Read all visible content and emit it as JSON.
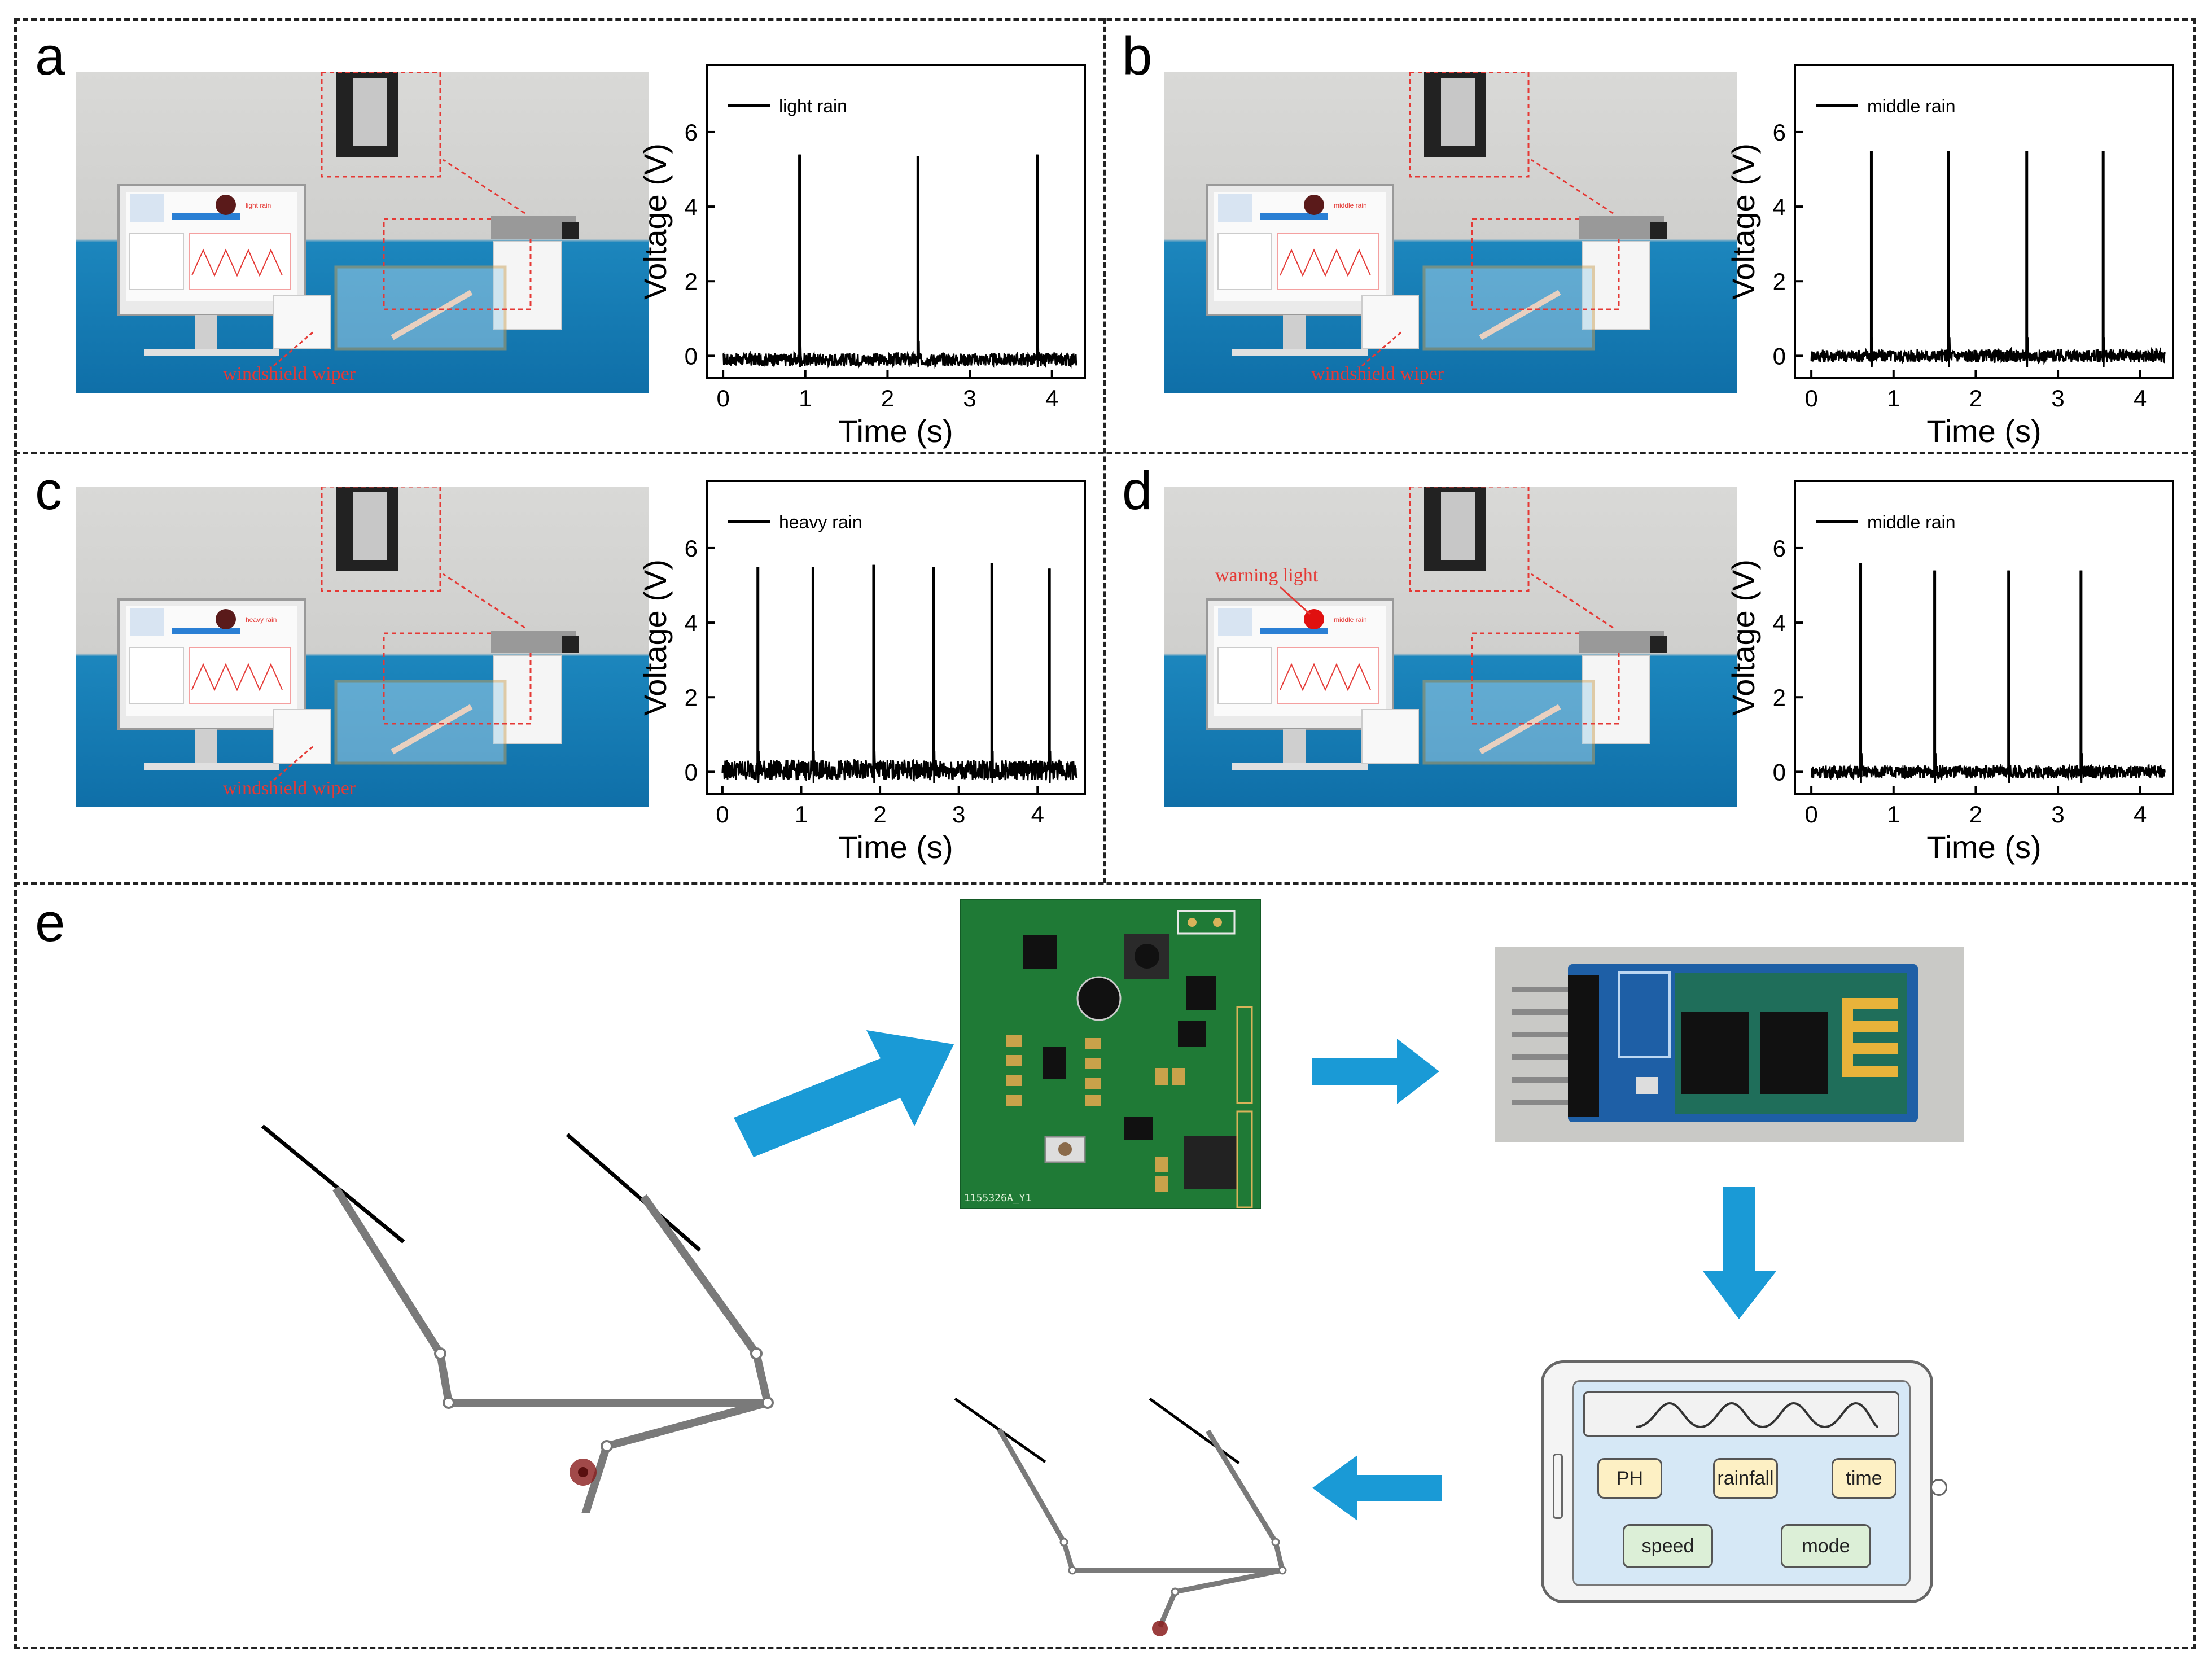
{
  "panels": [
    {
      "letter": "a",
      "legend": "light rain",
      "photo_label": "windshield wiper",
      "screen_label": "light rain"
    },
    {
      "letter": "b",
      "legend": "middle rain",
      "photo_label": "windshield wiper",
      "screen_label": "middle rain"
    },
    {
      "letter": "c",
      "legend": "heavy rain",
      "photo_label": "windshield wiper",
      "screen_label": "heavy rain"
    },
    {
      "letter": "d",
      "legend": "middle rain",
      "photo_label": "warning light",
      "screen_label": "middle rain"
    }
  ],
  "panel_e": {
    "letter": "e",
    "pcb_label": "1155326A_Y1",
    "app_buttons": [
      "PH",
      "rainfall",
      "time",
      "speed",
      "mode"
    ]
  },
  "colors": {
    "arrow": "#1a9ad6",
    "label_red": "#e53935",
    "button_yellow": "#fdf0c4",
    "button_green": "#dcefd7",
    "phone_screen": "#d6e8f6",
    "pcb_green": "#1f7a36"
  },
  "chart_data": [
    {
      "type": "line",
      "series": [
        {
          "name": "light rain",
          "peaks": [
            0.93,
            2.37,
            3.82
          ],
          "peak_values": [
            5.4,
            5.35,
            5.4
          ]
        }
      ],
      "xlabel": "Time (s)",
      "ylabel": "Voltage (V)",
      "xlim": [
        -0.2,
        4.4
      ],
      "ylim": [
        -0.6,
        7.8
      ],
      "xticks": [
        "0",
        "1",
        "2",
        "3",
        "4"
      ],
      "yticks": [
        "0",
        "2",
        "4",
        "6"
      ],
      "legend": "top-left",
      "baseline": -0.1
    },
    {
      "type": "line",
      "series": [
        {
          "name": "middle rain",
          "peaks": [
            0.73,
            1.67,
            2.62,
            3.55
          ],
          "peak_values": [
            5.5,
            5.5,
            5.5,
            5.5
          ]
        }
      ],
      "xlabel": "Time (s)",
      "ylabel": "Voltage (V)",
      "xlim": [
        -0.2,
        4.4
      ],
      "ylim": [
        -0.6,
        7.8
      ],
      "xticks": [
        "0",
        "1",
        "2",
        "3",
        "4"
      ],
      "yticks": [
        "0",
        "2",
        "4",
        "6"
      ],
      "legend": "top-left",
      "baseline": 0.0
    },
    {
      "type": "line",
      "series": [
        {
          "name": "heavy rain",
          "peaks": [
            0.45,
            1.15,
            1.92,
            2.68,
            3.42,
            4.15
          ],
          "peak_values": [
            5.5,
            5.5,
            5.55,
            5.5,
            5.6,
            5.45
          ]
        }
      ],
      "xlabel": "Time (s)",
      "ylabel": "Voltage (V)",
      "xlim": [
        -0.2,
        4.6
      ],
      "ylim": [
        -0.6,
        7.8
      ],
      "xticks": [
        "0",
        "1",
        "2",
        "3",
        "4"
      ],
      "yticks": [
        "0",
        "2",
        "4",
        "6"
      ],
      "legend": "top-left",
      "baseline": 0.05
    },
    {
      "type": "line",
      "series": [
        {
          "name": "middle rain",
          "peaks": [
            0.6,
            1.5,
            2.4,
            3.28
          ],
          "peak_values": [
            5.6,
            5.4,
            5.4,
            5.4
          ]
        }
      ],
      "xlabel": "Time (s)",
      "ylabel": "Voltage (V)",
      "xlim": [
        -0.2,
        4.4
      ],
      "ylim": [
        -0.6,
        7.8
      ],
      "xticks": [
        "0",
        "1",
        "2",
        "3",
        "4"
      ],
      "yticks": [
        "0",
        "2",
        "4",
        "6"
      ],
      "legend": "top-left",
      "baseline": 0.0
    }
  ]
}
